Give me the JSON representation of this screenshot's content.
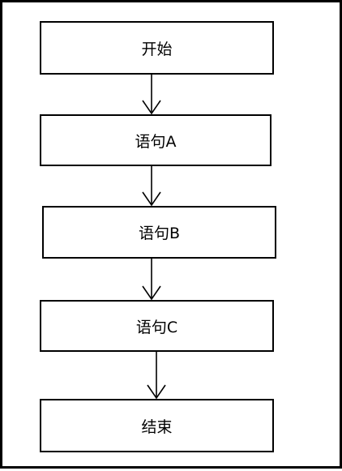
{
  "flowchart": {
    "steps": [
      {
        "label": "开始"
      },
      {
        "label": "语句A"
      },
      {
        "label": "语句B"
      },
      {
        "label": "语句C"
      },
      {
        "label": "结束"
      }
    ]
  },
  "colors": {
    "stroke": "#000000",
    "background": "#ffffff"
  }
}
